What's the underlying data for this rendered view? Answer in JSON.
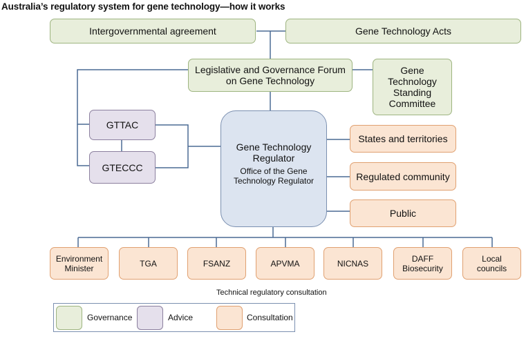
{
  "title": "Australia’s regulatory system for gene technology—how it works",
  "governance": {
    "intergovernmental_agreement": "Intergovernmental agreement",
    "gene_technology_acts": "Gene Technology Acts",
    "forum": [
      "Legislative and Governance Forum",
      "on Gene Technology"
    ],
    "standing_committee": [
      "Gene",
      "Technology",
      "Standing",
      "Committee"
    ]
  },
  "advice": {
    "gttac": "GTTAC",
    "gteccc": "GTECCC"
  },
  "regulator": {
    "title": [
      "Gene Technology",
      "Regulator"
    ],
    "office": [
      "Office of the Gene",
      "Technology Regulator"
    ]
  },
  "consultation_right": [
    "States and territories",
    "Regulated community",
    "Public"
  ],
  "consultation_bottom": [
    [
      "Environment",
      "Minister"
    ],
    [
      "TGA"
    ],
    [
      "FSANZ"
    ],
    [
      "APVMA"
    ],
    [
      "NICNAS"
    ],
    [
      "DAFF",
      "Biosecurity"
    ],
    [
      "Local",
      "councils"
    ]
  ],
  "caption": "Technical regulatory consultation",
  "legend": {
    "items": [
      {
        "label": "Governance",
        "color": "#e8eedb",
        "border": "#9db47f"
      },
      {
        "label": "Advice",
        "color": "#e5e0ec",
        "border": "#8b7f9e"
      },
      {
        "label": "Consultation",
        "color": "#fbe5d3",
        "border": "#e0a070"
      }
    ]
  },
  "colors": {
    "connector": "#4a6a94"
  }
}
